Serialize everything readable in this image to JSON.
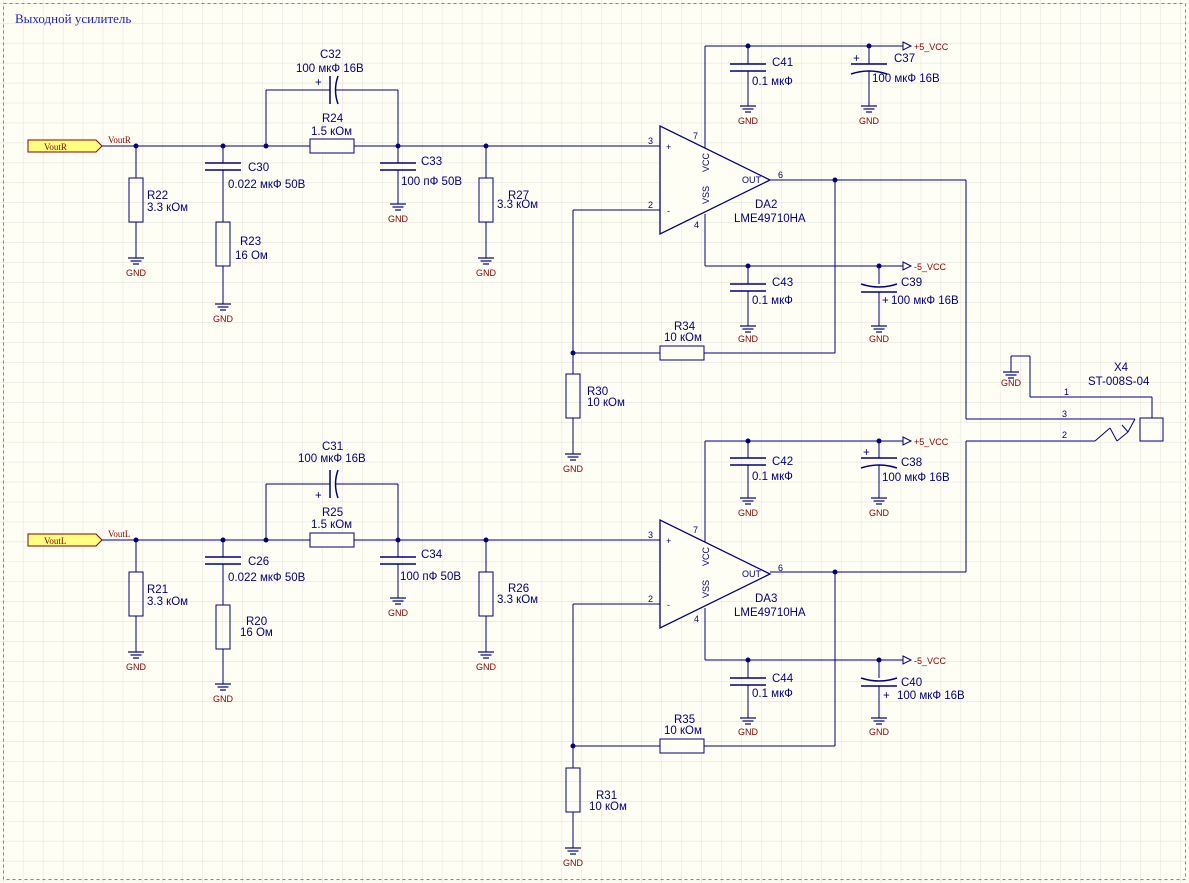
{
  "title": "Выходной усилитель",
  "colors": {
    "wire": "#000080",
    "text": "#000080",
    "net": "#8b0000",
    "part": "#8b0000",
    "port_fill": "#ffff80",
    "grid": "#d4d4d4",
    "border": "#e06060",
    "title": "#1f1fbf"
  },
  "ports": {
    "voutr": "VoutR",
    "voutl": "VoutL"
  },
  "nets": {
    "voutr": "VoutR",
    "voutl": "VoutL",
    "gnd": "GND",
    "vcc_pos": "+5_VCC",
    "vcc_neg": "-5_VCC"
  },
  "components": {
    "R22": {
      "ref": "R22",
      "value": "3.3 кОм"
    },
    "R23": {
      "ref": "R23",
      "value": "16 Ом"
    },
    "R24": {
      "ref": "R24",
      "value": "1.5 кОм"
    },
    "R27": {
      "ref": "R27",
      "value": "3.3 кОм"
    },
    "R30": {
      "ref": "R30",
      "value": "10 кОм"
    },
    "R34": {
      "ref": "R34",
      "value": "10 кОм"
    },
    "C30": {
      "ref": "C30",
      "value": "0.022 мкФ 50В"
    },
    "C32": {
      "ref": "C32",
      "value": "100 мкФ 16В"
    },
    "C33": {
      "ref": "C33",
      "value": "100 пФ 50В"
    },
    "C41": {
      "ref": "C41",
      "value": "0.1 мкФ"
    },
    "C37": {
      "ref": "C37",
      "value": "100 мкФ 16В"
    },
    "C43": {
      "ref": "C43",
      "value": "0.1 мкФ"
    },
    "C39": {
      "ref": "C39",
      "value": "100 мкФ 16В"
    },
    "DA2": {
      "ref": "DA2",
      "value": "LME49710HA"
    },
    "R21": {
      "ref": "R21",
      "value": "3.3 кОм"
    },
    "R20": {
      "ref": "R20",
      "value": "16 Ом"
    },
    "R25": {
      "ref": "R25",
      "value": "1.5 кОм"
    },
    "R26": {
      "ref": "R26",
      "value": "3.3 кОм"
    },
    "R31": {
      "ref": "R31",
      "value": "10 кОм"
    },
    "R35": {
      "ref": "R35",
      "value": "10 кОм"
    },
    "C26": {
      "ref": "C26",
      "value": "0.022 мкФ 50В"
    },
    "C31": {
      "ref": "C31",
      "value": "100 мкФ 16В"
    },
    "C34": {
      "ref": "C34",
      "value": "100 пФ 50В"
    },
    "C42": {
      "ref": "C42",
      "value": "0.1 мкФ"
    },
    "C38": {
      "ref": "C38",
      "value": "100 мкФ 16В"
    },
    "C44": {
      "ref": "C44",
      "value": "0.1 мкФ"
    },
    "C40": {
      "ref": "C40",
      "value": "100 мкФ 16В"
    },
    "DA3": {
      "ref": "DA3",
      "value": "LME49710HA"
    },
    "X4": {
      "ref": "X4",
      "value": "ST-008S-04"
    }
  },
  "opamp_text": {
    "pin_plus": "+",
    "pin_minus": "-",
    "vcc": "VCC",
    "vss": "VSS",
    "out": "OUT",
    "pin_noninv": "3",
    "pin_inv": "2",
    "pin_vcc": "7",
    "pin_vss": "4",
    "pin_out": "6"
  },
  "connector_pins": [
    "1",
    "3",
    "2"
  ],
  "polarity_mark": "+"
}
